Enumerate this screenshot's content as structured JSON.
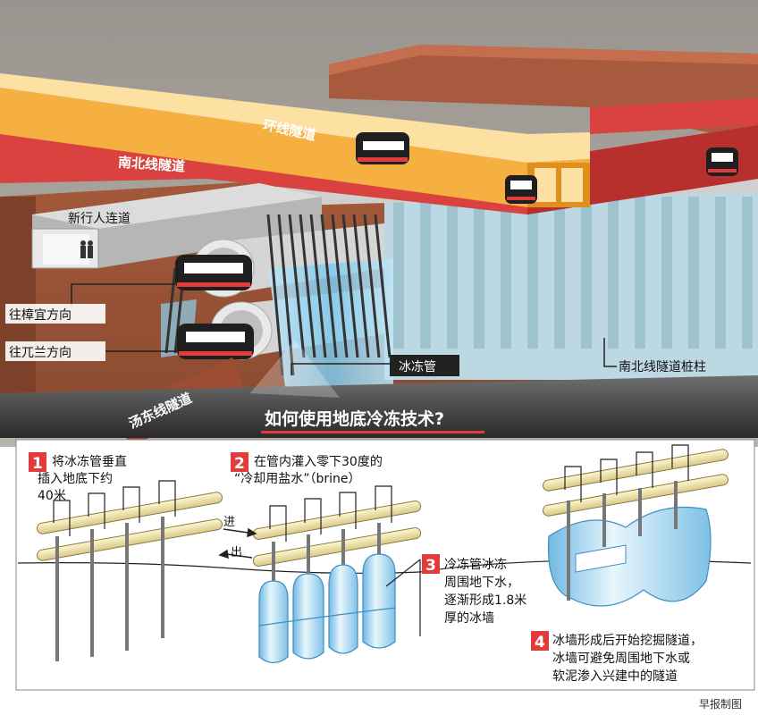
{
  "tunnels": {
    "circle_line": "环线隧道",
    "north_south_line": "南北线隧道",
    "tongdong_line": "汤东线隧道"
  },
  "labels": {
    "pedestrian_walkway": "新行人连道",
    "to_changi": "往樟宜方向",
    "to_woodlands": "往兀兰方向",
    "freeze_pipe": "冰冻管",
    "ns_piles": "南北线隧道桩柱"
  },
  "section_title": "如何使用地底冷冻技术?",
  "steps": [
    {
      "num": "1",
      "lines": [
        "将冰冻管垂直",
        "插入地底下约",
        "40米"
      ]
    },
    {
      "num": "2",
      "lines": [
        "在管内灌入零下30度的",
        "“冷却用盐水”（brine）"
      ]
    },
    {
      "num": "3",
      "lines": [
        "冷冻管冰冻",
        "周围地下水，",
        "逐渐形成1.8米",
        "厚的冰墙"
      ]
    },
    {
      "num": "4",
      "lines": [
        "冰墙形成后开始挖掘隧道，",
        "冰墙可避免周围地下水或",
        "软泥渗入兴建中的隧道"
      ]
    }
  ],
  "flow": {
    "in": "进",
    "out": "出"
  },
  "credit": "早报制图",
  "colors": {
    "circle_line": "#f5b041",
    "north_south_line": "#d9423f",
    "accent_red": "#e23b3b",
    "ice": "#8fd0ef"
  }
}
